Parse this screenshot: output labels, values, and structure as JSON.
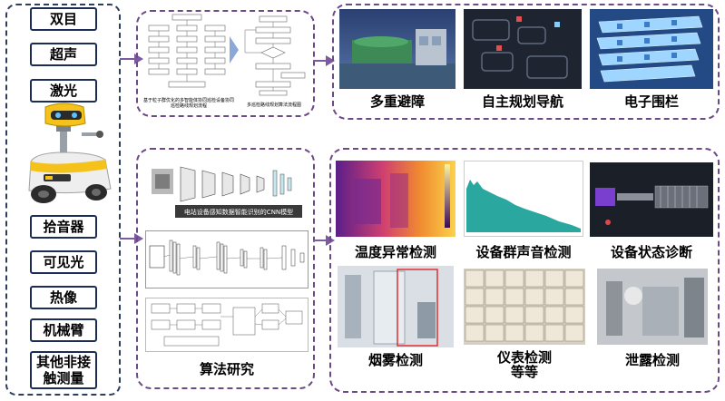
{
  "sensors": {
    "top": [
      "双目",
      "超声",
      "激光"
    ],
    "bottom": [
      "拾音器",
      "可见光",
      "热像",
      "机械臂",
      "其他非接触测量"
    ]
  },
  "algorithm": {
    "top_captions": [
      "基于粒子群优化的多智能体协同巡检设备协同巡检路线规划流程",
      "多巡检路线规划算法流程图"
    ],
    "cnn_caption": "电站设备感知数据智能识别的CNN模型",
    "section_label": "算法研究"
  },
  "navigation": {
    "items": [
      "多重避障",
      "自主规划导航",
      "电子围栏"
    ]
  },
  "detection": {
    "row1": [
      "温度异常检测",
      "设备群声音检测",
      "设备状态诊断"
    ],
    "row2": [
      "烟雾检测",
      "仪表检测\n等等",
      "泄露检测"
    ]
  },
  "colors": {
    "panel_border": "#6b4a86",
    "left_border": "#2d3e5c",
    "sensor_border": "#1b2d55",
    "arrow": "#7b5aa0"
  },
  "icons": [
    "robot-image",
    "arrow-right-icon"
  ]
}
